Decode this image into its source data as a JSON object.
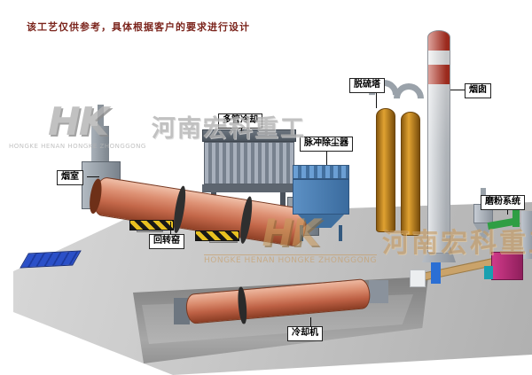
{
  "note": "该工艺仅供参考，具体根据客户的要求进行设计",
  "watermark": {
    "logo_text": "HK",
    "brand_cn": "河南宏科重工",
    "brand_en": "HONGKE HENAN HONGKE ZHONGGONG"
  },
  "equipment_labels": {
    "smoke_chamber": "烟室",
    "rotary_kiln": "回转窑",
    "multi_tube_cooler": "多管冷却",
    "pulse_dust_collector": "脉冲除尘器",
    "desulfurization_tower": "脱硫塔",
    "chimney": "烟囱",
    "grinding_system": "磨粉系统",
    "cooling_machine": "冷却机"
  },
  "colors": {
    "kiln_shell": "#d98a70",
    "dust_collector_blue": "#4a80b8",
    "tower_orange": "#d9992a",
    "chimney_band_red": "#b43122",
    "ground_gray": "#c9c9c9",
    "hazard_yellow": "#e8c020",
    "pipe_green": "#2f9e44",
    "mill_magenta": "#d13a8a",
    "pallet_blue": "#2b50c8"
  }
}
